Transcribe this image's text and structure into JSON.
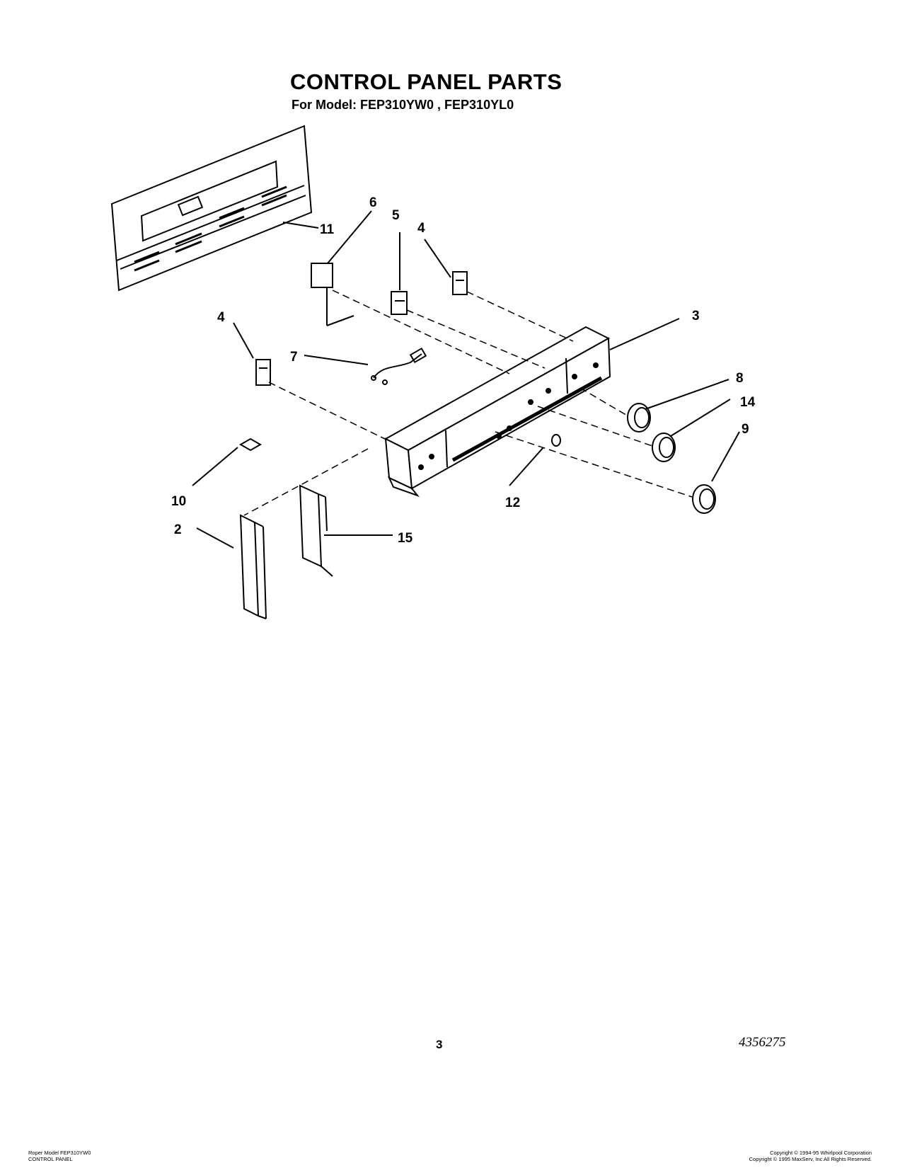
{
  "header": {
    "title": "CONTROL PANEL PARTS",
    "subtitle": "For Model: FEP310YW0 , FEP310YL0"
  },
  "callouts": [
    "6",
    "5",
    "4",
    "11",
    "3",
    "4",
    "7",
    "8",
    "14",
    "9",
    "10",
    "12",
    "2",
    "15"
  ],
  "footer": {
    "page_number": "3",
    "document_number": "4356275",
    "left_line1": "Roper Model FEP310YW0",
    "left_line2": "CONTROL PANEL",
    "right_line1": "Copyright © 1994-95 Whirlpool Corporation",
    "right_line2": "Copyright © 1995 MaxServ, Inc   All Rights Reserved."
  }
}
